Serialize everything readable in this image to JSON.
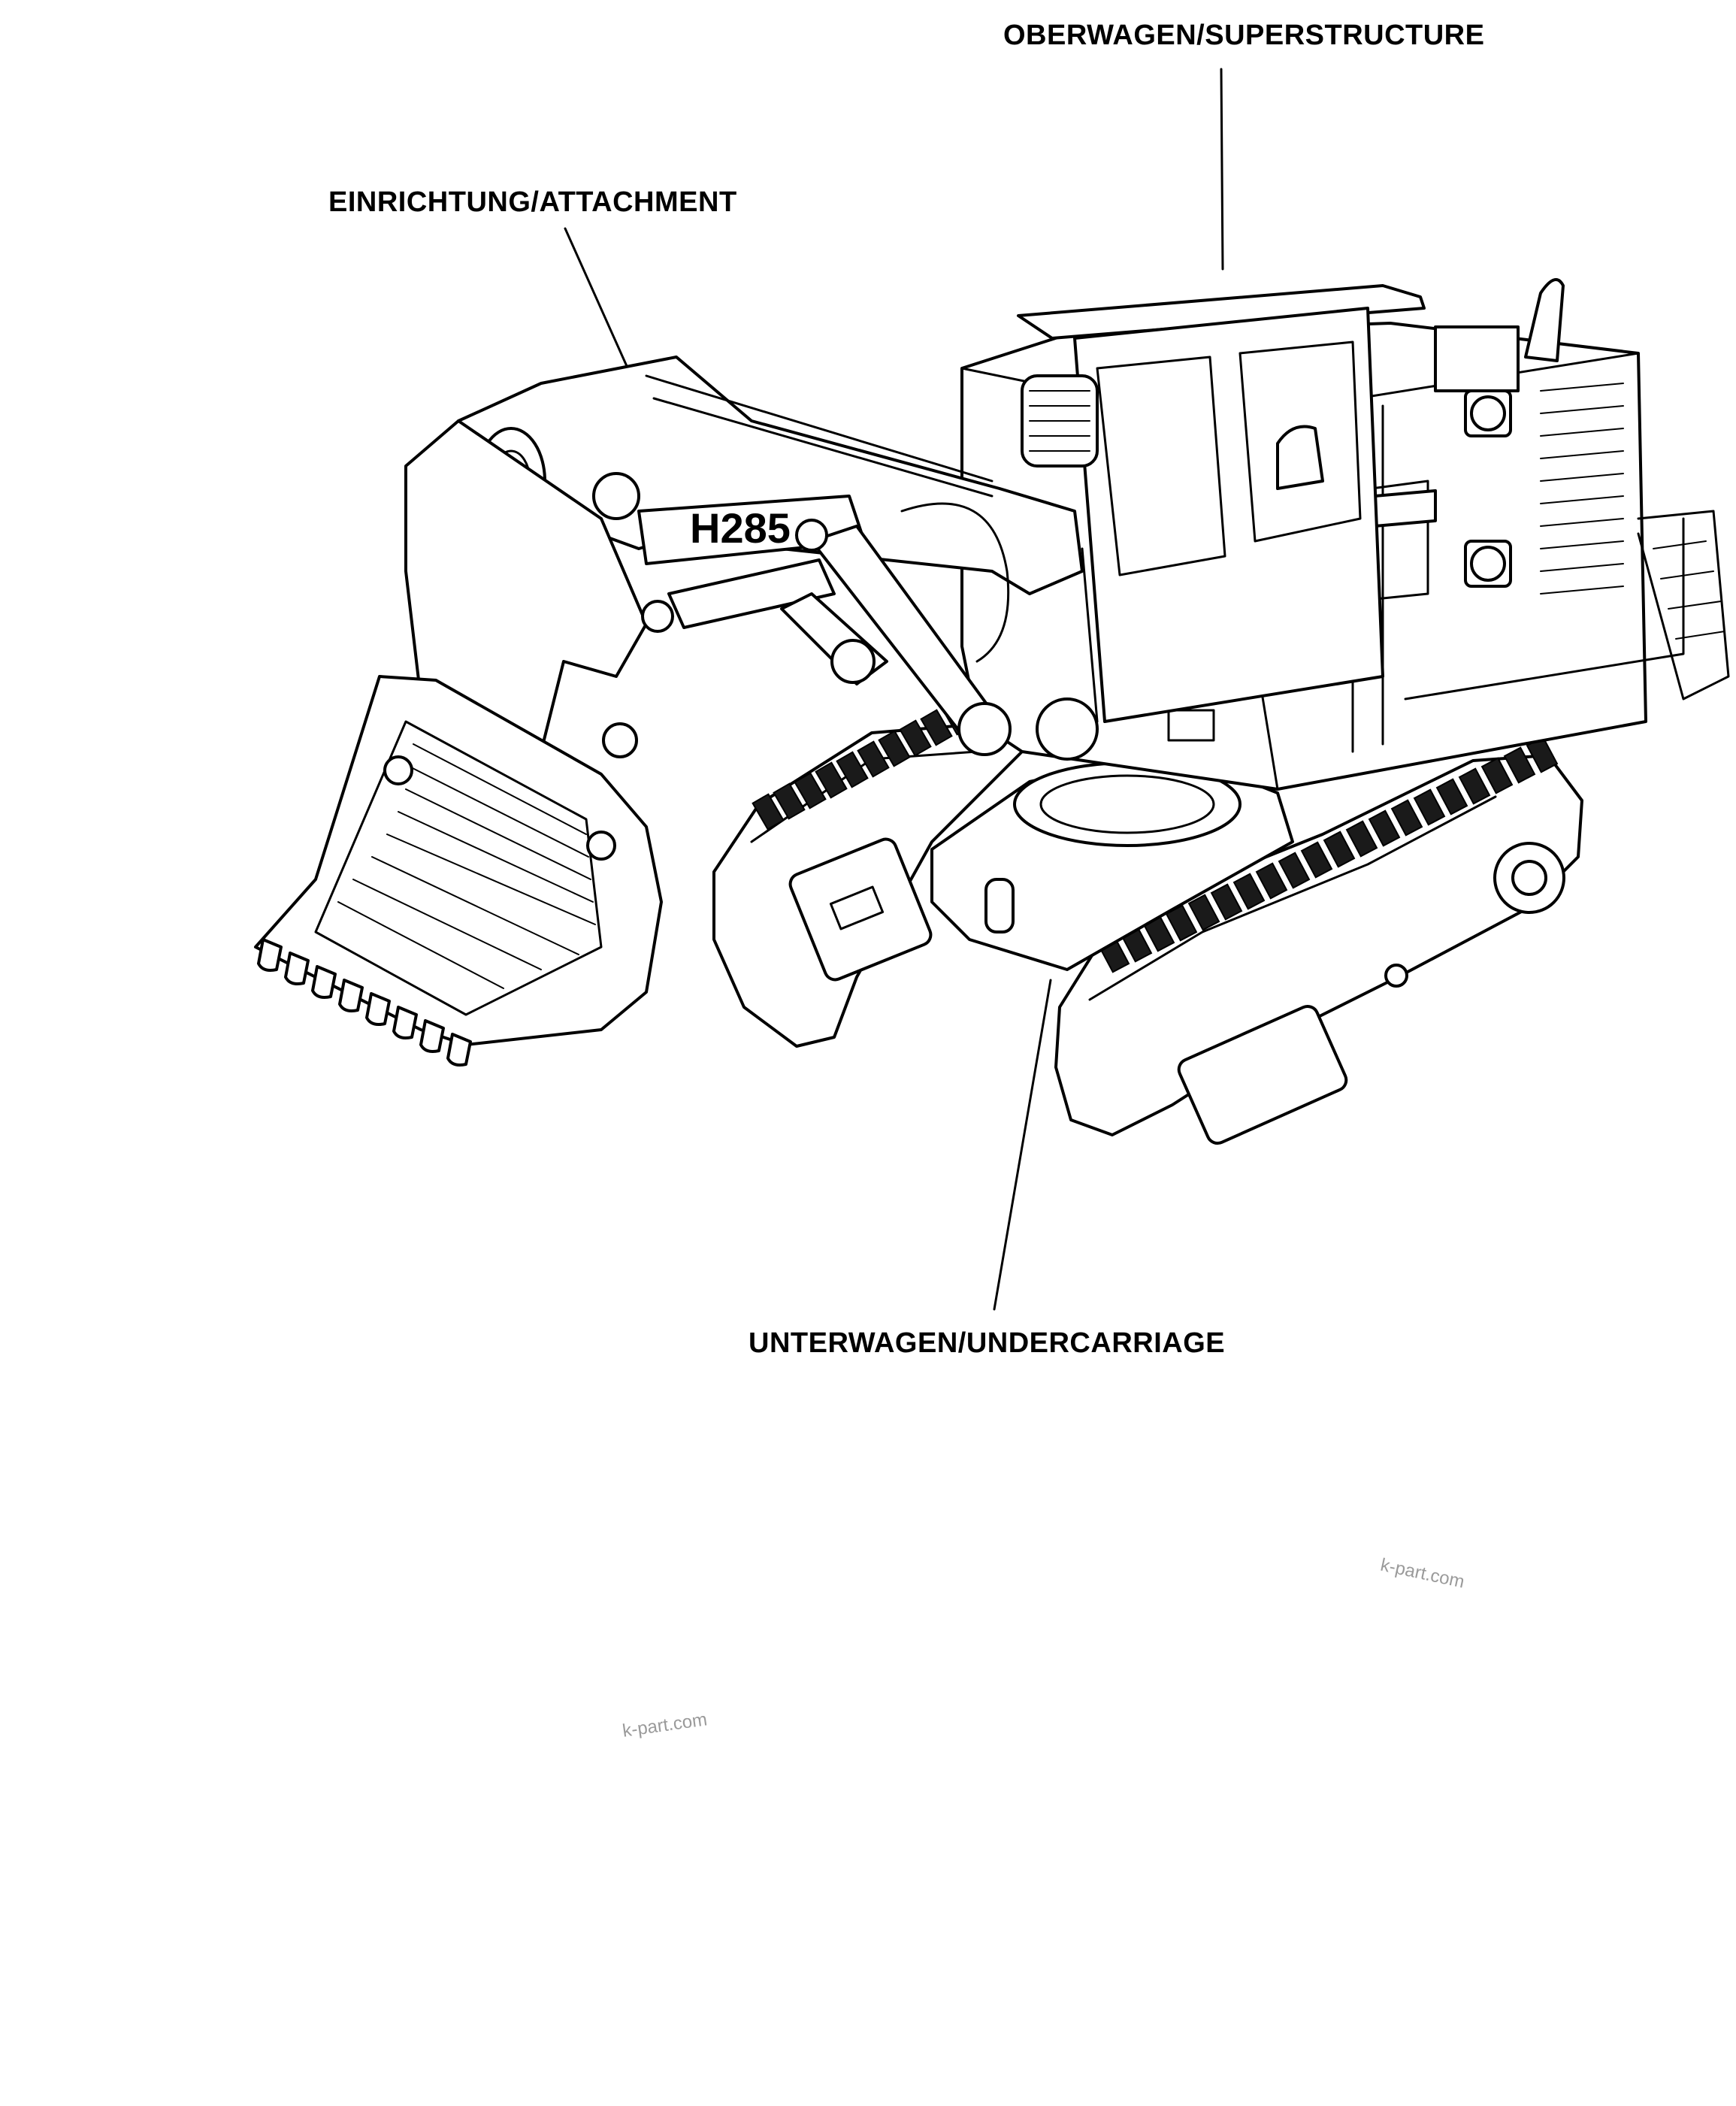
{
  "labels": {
    "superstructure": "OBERWAGEN/SUPERSTRUCTURE",
    "attachment": "EINRICHTUNG/ATTACHMENT",
    "undercarriage": "UNTERWAGEN/UNDERCARRIAGE"
  },
  "machine": {
    "model": "H285"
  },
  "watermarks": [
    "k-part.com",
    "k-part.com"
  ],
  "colors": {
    "ink": "#000000",
    "paper": "#ffffff",
    "watermark": "#9a9a9a"
  }
}
